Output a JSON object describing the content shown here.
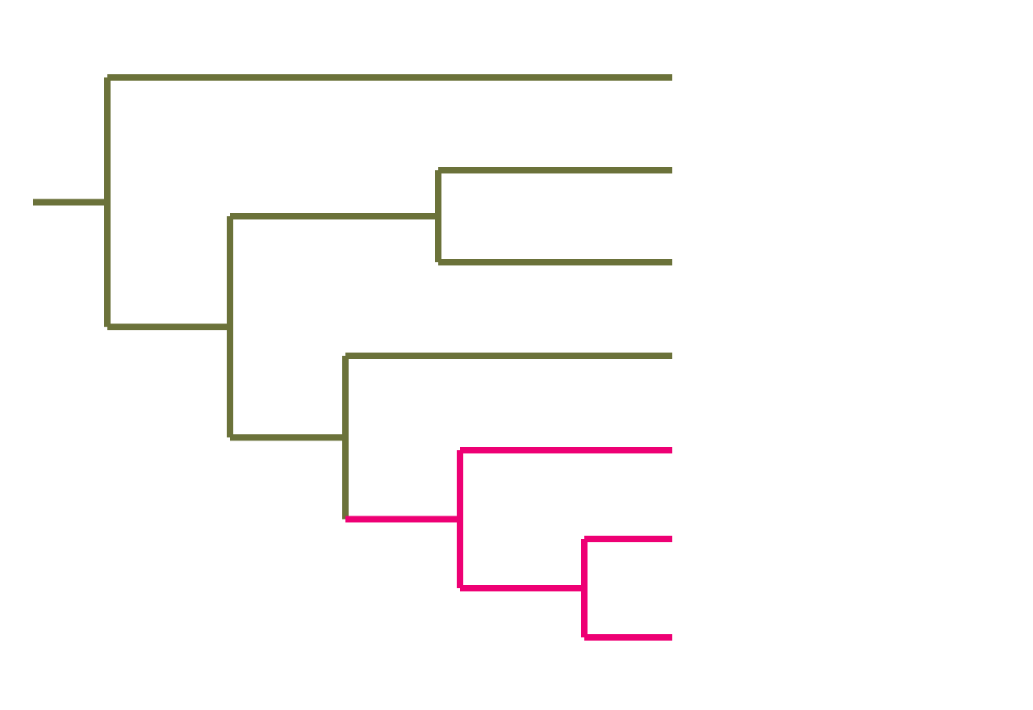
{
  "tree": {
    "colors": {
      "base": "#6b723a",
      "highlight": "#ee0074"
    },
    "root": {
      "id": "root",
      "clade": "base",
      "children": [
        {
          "id": "leaf-1",
          "clade": "base"
        },
        {
          "id": "node-b",
          "clade": "base",
          "children": [
            {
              "id": "node-c",
              "clade": "base",
              "children": [
                {
                  "id": "leaf-2",
                  "clade": "base"
                },
                {
                  "id": "leaf-3",
                  "clade": "base"
                }
              ]
            },
            {
              "id": "node-d",
              "clade": "base",
              "children": [
                {
                  "id": "leaf-4",
                  "clade": "base"
                },
                {
                  "id": "node-e",
                  "clade": "highlight",
                  "children": [
                    {
                      "id": "leaf-5",
                      "clade": "highlight"
                    },
                    {
                      "id": "node-f",
                      "clade": "highlight",
                      "children": [
                        {
                          "id": "leaf-6",
                          "clade": "highlight"
                        },
                        {
                          "id": "leaf-7",
                          "clade": "highlight"
                        }
                      ]
                    }
                  ]
                }
              ]
            }
          ]
        }
      ]
    }
  }
}
